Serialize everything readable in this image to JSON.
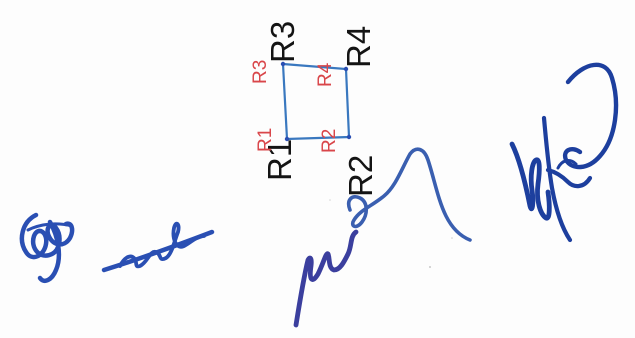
{
  "colors": {
    "ink_blue": "#2a4fb3",
    "ink_dark_blue": "#1d3f9e",
    "label_black": "#141414",
    "label_red": "#d9464a",
    "square_stroke": "#3a78bf"
  },
  "diagram": {
    "outer_labels": {
      "r1": "R1",
      "r2": "R2",
      "r3": "R3",
      "r4": "R4"
    },
    "inner_labels": {
      "r1": "R1",
      "r2": "R2",
      "r3": "R3",
      "r4": "R4"
    }
  }
}
